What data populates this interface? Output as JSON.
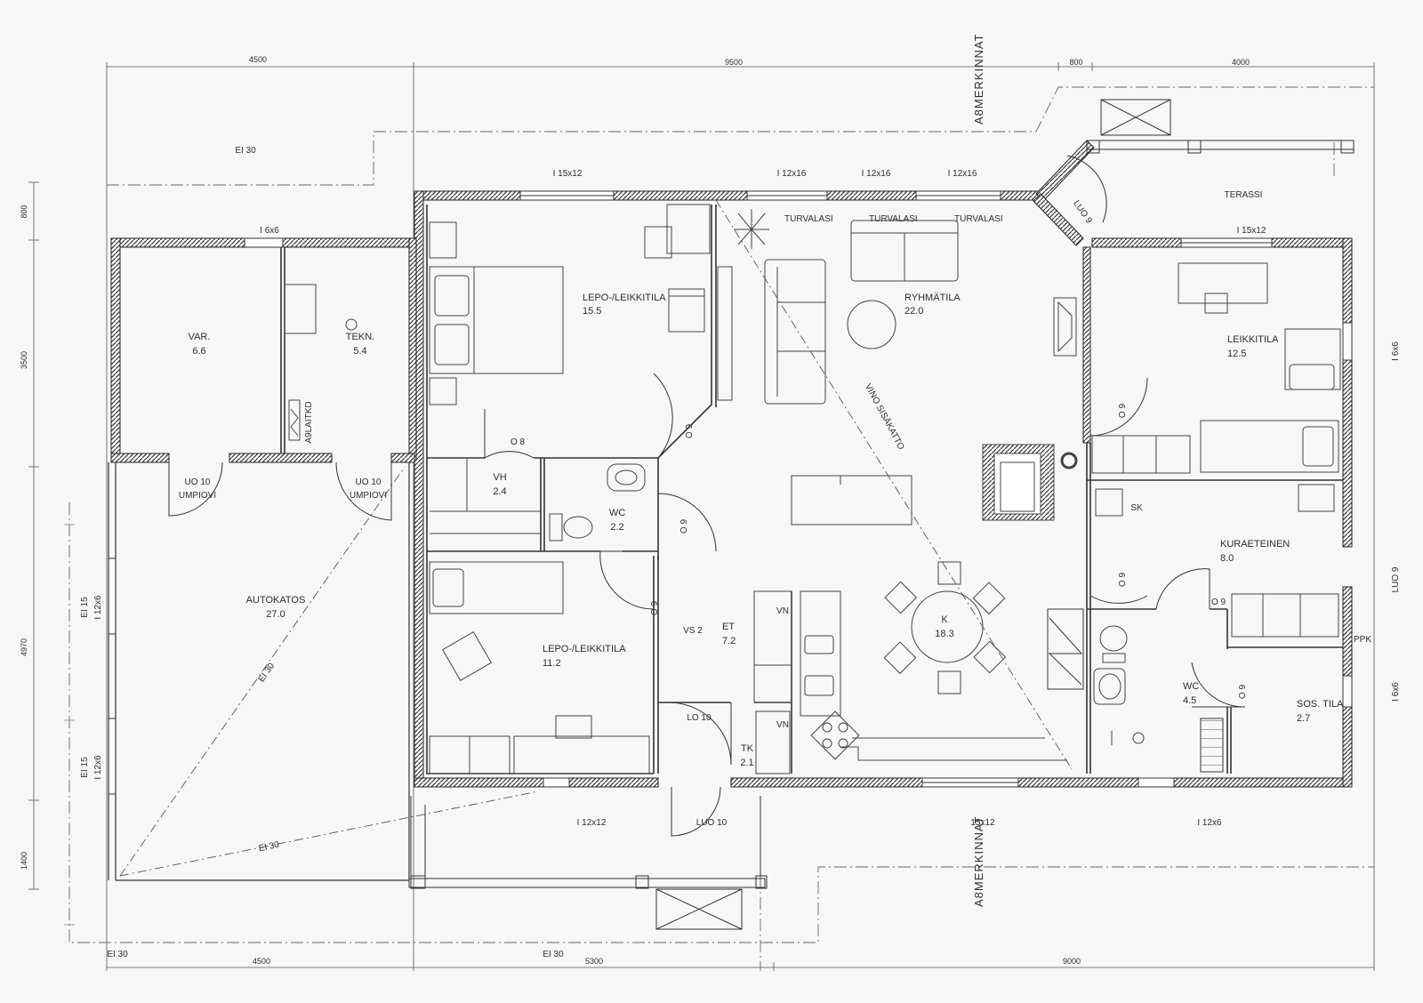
{
  "dimensions": {
    "top": [
      "4500",
      "9500",
      "800",
      "4000"
    ],
    "bottom": [
      "4500",
      "5300",
      "9000"
    ],
    "left": [
      "800",
      "3500",
      "4970",
      "1400"
    ]
  },
  "rooms": [
    {
      "name": "VAR.",
      "area": "6.6"
    },
    {
      "name": "TEKN.",
      "area": "5.4"
    },
    {
      "name": "LEPO-/LEIKKITILA",
      "area": "15.5"
    },
    {
      "name": "RYHMÄTILA",
      "area": "22.0"
    },
    {
      "name": "LEIKKITILA",
      "area": "12.5"
    },
    {
      "name": "VH",
      "area": "2.4"
    },
    {
      "name": "WC",
      "area": "2.2"
    },
    {
      "name": "AUTOKATOS",
      "area": "27.0"
    },
    {
      "name": "LEPO-/LEIKKITILA",
      "area": "11.2"
    },
    {
      "name": "ET",
      "area": "7.2"
    },
    {
      "name": "K",
      "area": "18.3"
    },
    {
      "name": "TK",
      "area": "2.1"
    },
    {
      "name": "KURAETEINEN",
      "area": "8.0"
    },
    {
      "name": "WC",
      "area": "4.5"
    },
    {
      "name": "SOS. TILA",
      "area": "2.7"
    }
  ],
  "labels": {
    "ei30": "EI 30",
    "ei15": "EI 15",
    "i6x6": "I 6x6",
    "i15x12": "I 15x12",
    "i12x16": "I 12x16",
    "i12x6": "I 12x6",
    "i12x12": "I 12x12",
    "i_15x12": "I 15x12",
    "turvalasi": "TURVALASI",
    "terassi": "TERASSI",
    "luo9": "LUO 9",
    "luo10": "LUO 10",
    "uo10": "UO 10",
    "umpiovi": "UMPIOVI",
    "lo10": "LO 10",
    "vs2": "VS 2",
    "vn": "VN",
    "sk": "SK",
    "ppk": "PPK",
    "o8": "O 8",
    "o9": "O 9",
    "a8merkinnat": "A8MERKINNAT",
    "vino": "VINO SISÄKATTO",
    "a9laitkd": "A9LAITKD",
    "i15x12_bottom": "15x12"
  }
}
